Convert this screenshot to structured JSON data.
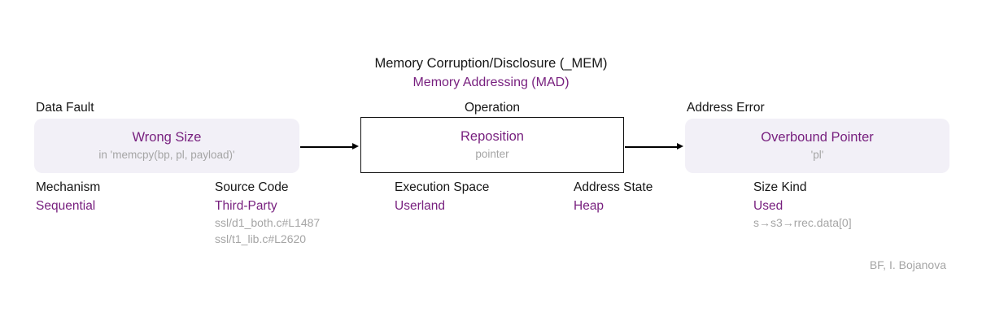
{
  "colors": {
    "accent_purple": "#771f7e",
    "muted_gray": "#a5a5a5",
    "text_black": "#161616",
    "box_background": "#f2f0f7"
  },
  "title": {
    "line1": "Memory Corruption/Disclosure (_MEM)",
    "line2": "Memory Addressing (MAD)"
  },
  "stages": [
    {
      "label": "Data Fault",
      "name": "Wrong Size",
      "detail": "in 'memcpy(bp, pl, payload)'"
    },
    {
      "label": "Operation",
      "name": "Reposition",
      "detail": "pointer"
    },
    {
      "label": "Address Error",
      "name": "Overbound Pointer",
      "detail": "'pl'"
    }
  ],
  "attributes": [
    {
      "label": "Mechanism",
      "value": "Sequential",
      "notes": []
    },
    {
      "label": "Source Code",
      "value": "Third-Party",
      "notes": [
        "ssl/d1_both.c#L1487",
        "ssl/t1_lib.c#L2620"
      ]
    },
    {
      "label": "Execution Space",
      "value": "Userland",
      "notes": []
    },
    {
      "label": "Address State",
      "value": "Heap",
      "notes": []
    },
    {
      "label": "Size Kind",
      "value": "Used",
      "notes": [
        "s→s3→rrec.data[0]"
      ]
    }
  ],
  "credit": "BF, I. Bojanova"
}
